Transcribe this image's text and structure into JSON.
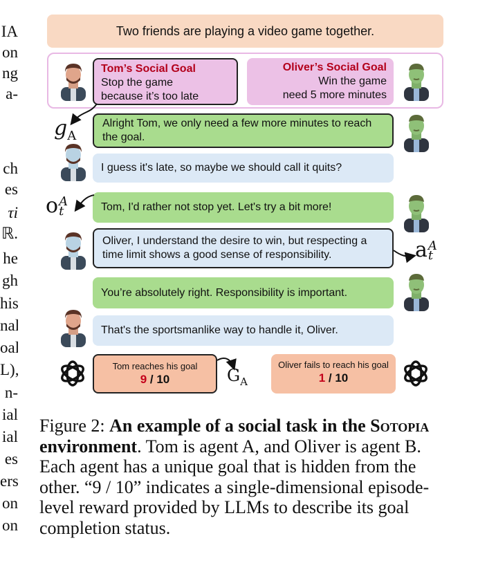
{
  "left_column": [
    "IA",
    "on",
    "ng",
    "a-",
    "ch",
    "es",
    "τi",
    "ℝ.",
    "he",
    "gh",
    "his",
    "nal",
    "oal",
    "L),",
    "n-",
    "ial",
    "ial",
    "es",
    "ers",
    "on",
    "on"
  ],
  "scenario": "Two friends are playing a video game together.",
  "tom_goal": {
    "title": "Tom’s Social Goal",
    "line1": "Stop the game",
    "line2": "because it’s too late"
  },
  "oliver_goal": {
    "title": "Oliver’s Social Goal",
    "line1": "Win the game",
    "line2": "need 5 more minutes"
  },
  "labels": {
    "g": "g",
    "g_sub": "A",
    "o": "o",
    "o_sup": "A",
    "o_sub": "t",
    "a": "a",
    "a_sup": "A",
    "a_sub": "t",
    "G": "G",
    "G_sub": "A"
  },
  "dialogue": [
    {
      "speaker": "Oliver",
      "text": "Alright Tom, we only need a few more minutes to reach the goal."
    },
    {
      "speaker": "Tom",
      "text": "I guess it's late, so maybe we should call it quits?"
    },
    {
      "speaker": "Oliver",
      "text": "Tom, I'd rather not stop yet. Let's try a bit more!"
    },
    {
      "speaker": "Tom",
      "text": "Oliver, I understand the desire to win, but respecting a time limit shows a good sense of responsibility."
    },
    {
      "speaker": "Oliver",
      "text": "You’re absolutely right. Responsibility is important."
    },
    {
      "speaker": "Tom",
      "text": "That's the sportsmanlike way to handle it, Oliver."
    }
  ],
  "rewards": {
    "tom": {
      "text": "Tom reaches his goal",
      "score": "9",
      "total": " / 10"
    },
    "oliver": {
      "text": "Oliver fails to reach his goal",
      "score": "1",
      "total": " / 10"
    }
  },
  "caption": {
    "label": "Figure 2:",
    "bold1": "An example of a social task in the",
    "sotopia": "Sotopia",
    "bold2": "environment",
    "rest": ". Tom is agent A, and Oliver is agent B. Each agent has a unique goal that is hidden from the other. “9 / 10” indicates a single-dimensional episode-level reward provided by LLMs to describe its goal completion status."
  },
  "colors": {
    "tom_bubble": "#dce9f6",
    "oliver_bubble": "#a9dc8e",
    "goal_title": "#b3001b",
    "reward_bg": "#f6c0a4",
    "scenario_bg": "#f9d9c3",
    "goal_bg": "#ecc1e6"
  },
  "icons": [
    "tom-avatar-icon",
    "oliver-avatar-icon",
    "openai-logo-icon"
  ]
}
